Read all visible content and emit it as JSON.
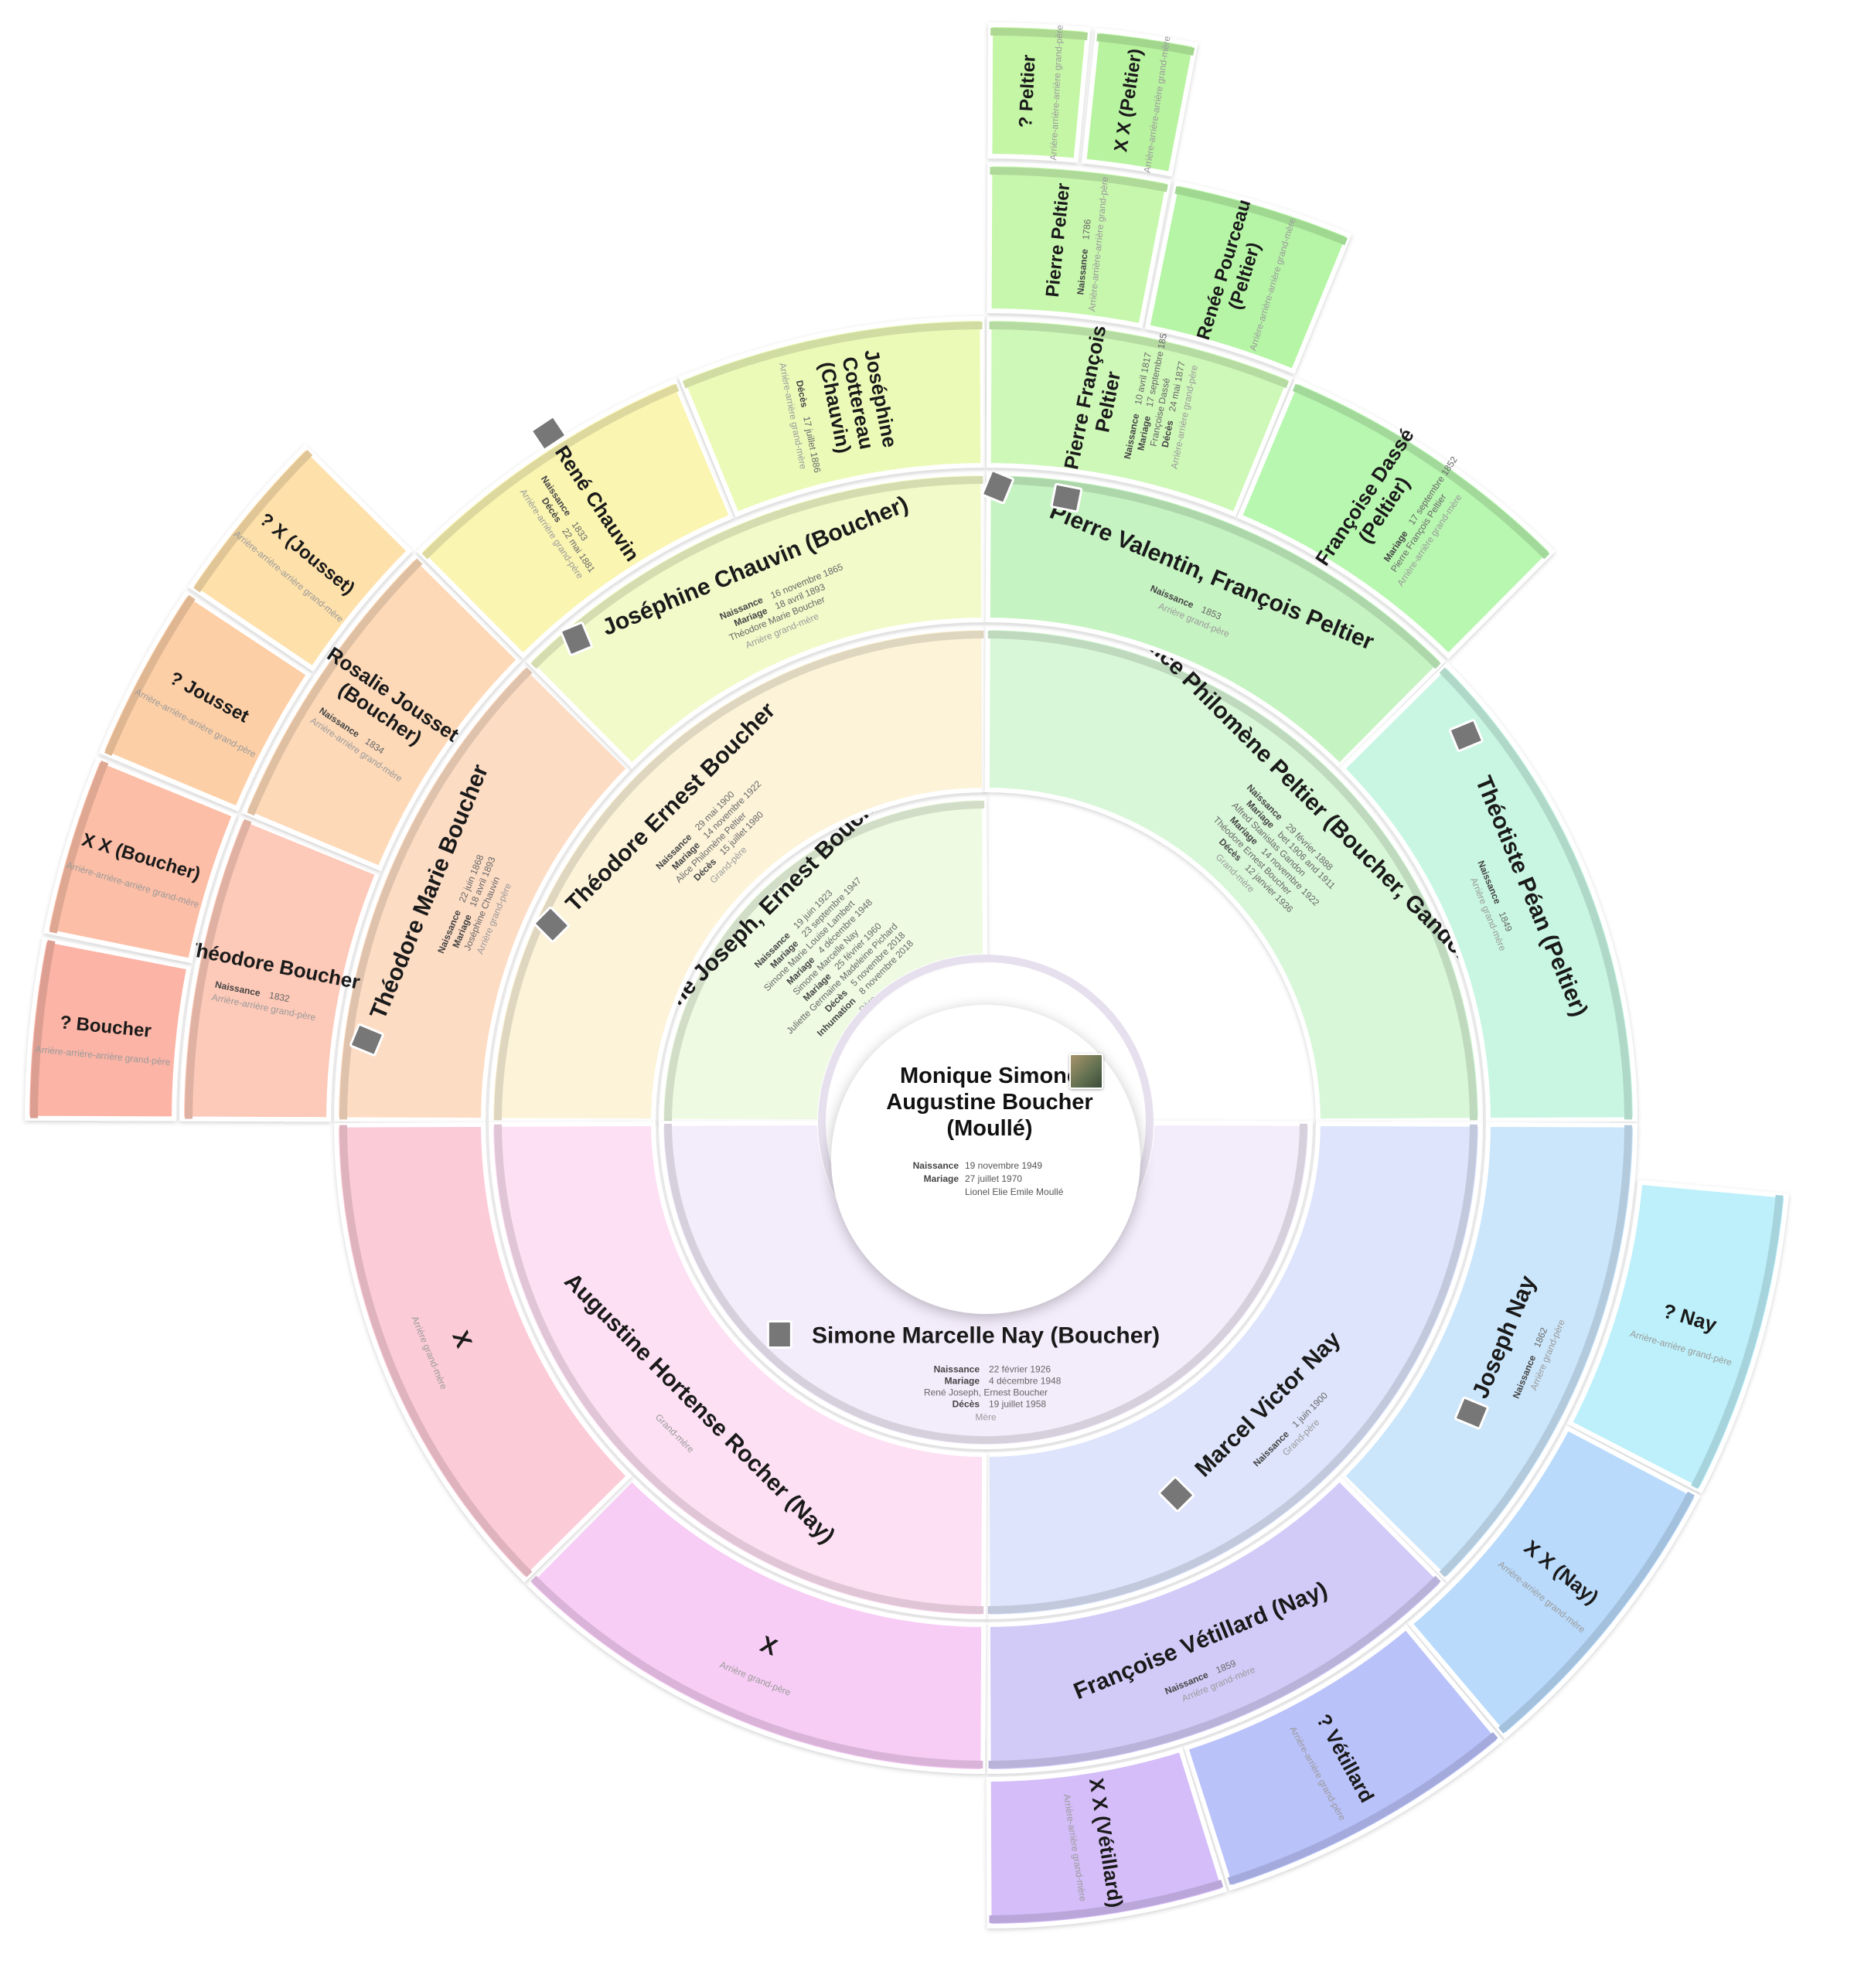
{
  "center": {
    "name": "Monique Simone Augustine Boucher (Moullé)",
    "events": [
      {
        "label": "Naissance",
        "value": "19 novembre 1949"
      },
      {
        "label": "Mariage",
        "value": "27 juillet 1970",
        "detail": "Lionel Elie Emile Moullé"
      }
    ]
  },
  "people": [
    {
      "id": "p1",
      "name": "René Joseph, Ernest Boucher",
      "role": "Père",
      "photo": "photo-icon",
      "color": "#eefbe2",
      "events": [
        [
          "Naissance",
          "19 juin 1923"
        ],
        [
          "Mariage",
          "23 septembre 1947"
        ],
        [
          "",
          "Simone Marie Louise Lambert"
        ],
        [
          "Mariage",
          "4 décembre 1948"
        ],
        [
          "",
          "Simone Marcelle Nay"
        ],
        [
          "Mariage",
          "25 février 1960"
        ],
        [
          "",
          "Juliette Germaine Madeleine Pichard"
        ],
        [
          "Décès",
          "5 novembre 2018"
        ],
        [
          "Inhumation",
          "8 novembre 2018"
        ]
      ]
    },
    {
      "id": "m1",
      "name": "Simone Marcelle Nay (Boucher)",
      "role": "Mère",
      "photo": "photo-icon",
      "color": "#f3ecfb",
      "events": [
        [
          "Naissance",
          "22 février 1926"
        ],
        [
          "Mariage",
          "4 décembre 1948"
        ],
        [
          "",
          "René Joseph, Ernest Boucher"
        ],
        [
          "Décès",
          "19 juillet 1958"
        ]
      ]
    },
    {
      "id": "gp1",
      "name": "Théodore Ernest Boucher",
      "role": "Grand-père",
      "photo": "photo-icon",
      "color": "#fdf3d9",
      "events": [
        [
          "Naissance",
          "29 mai 1900"
        ],
        [
          "Mariage",
          "14 novembre 1922"
        ],
        [
          "",
          "Alice Philomène Peltier"
        ],
        [
          "Décès",
          "15 juillet 1980"
        ]
      ]
    },
    {
      "id": "gm1",
      "name": "Alice Philomène Peltier (Boucher, Gandon)",
      "role": "Grand-mère",
      "photo": "photo-icon",
      "color": "#d8f7d8",
      "events": [
        [
          "Naissance",
          "29 février 1888"
        ],
        [
          "Mariage",
          "bet 1906 and 1911"
        ],
        [
          "",
          "Alfred Stanislas Gandon"
        ],
        [
          "Mariage",
          "14 novembre 1922"
        ],
        [
          "",
          "Théodore Ernest Boucher"
        ],
        [
          "Décès",
          "12 janvier 1936"
        ]
      ]
    },
    {
      "id": "gp2",
      "name": "Marcel Victor Nay",
      "role": "Grand-père",
      "photo": "photo-icon",
      "color": "#dde4fb",
      "events": [
        [
          "Naissance",
          "1 juin 1900"
        ]
      ]
    },
    {
      "id": "gm2",
      "name": "Augustine Hortense Rocher (Nay)",
      "role": "Grand-mère",
      "photo": "",
      "color": "#fde0f3",
      "events": []
    },
    {
      "id": "ggp1",
      "name": "Théodore Marie Boucher",
      "role": "Arrière grand-père",
      "photo": "photo-icon",
      "color": "#fddcc4",
      "events": [
        [
          "Naissance",
          "22 juin 1868"
        ],
        [
          "Mariage",
          "18 avril 1893"
        ],
        [
          "",
          "Joséphine Chauvin"
        ]
      ]
    },
    {
      "id": "ggm1",
      "name": "Joséphine Chauvin (Boucher)",
      "role": "Arrière grand-mère",
      "photo": "photo-icon",
      "color": "#f1fac8",
      "events": [
        [
          "Naissance",
          "16 novembre 1865"
        ],
        [
          "Mariage",
          "18 avril 1893"
        ],
        [
          "",
          "Théodore Marie Boucher"
        ]
      ]
    },
    {
      "id": "ggp2",
      "name": "Pierre Valentin, François Peltier",
      "role": "Arrière grand-père",
      "photo": "photo-icon",
      "color": "#c6f3c2",
      "events": [
        [
          "Naissance",
          "1853"
        ]
      ]
    },
    {
      "id": "ggm2",
      "name": "Théotiste Péan (Peltier)",
      "role": "Arrière grand-mère",
      "photo": "photo-icon",
      "color": "#c8f6e3",
      "events": [
        [
          "Naissance",
          "1849"
        ]
      ]
    },
    {
      "id": "ggp3",
      "name": "Joseph Nay",
      "role": "Arrière grand-père",
      "photo": "photo-icon",
      "color": "#cbe6fb",
      "events": [
        [
          "Naissance",
          "1862"
        ]
      ]
    },
    {
      "id": "ggm3",
      "name": "Françoise Vétillard (Nay)",
      "role": "Arrière grand-mère",
      "photo": "",
      "color": "#d2cbf8",
      "events": [
        [
          "Naissance",
          "1859"
        ]
      ]
    },
    {
      "id": "ggp4",
      "name": "X",
      "role": "Arrière grand-père",
      "photo": "",
      "color": "#f7cdf5",
      "events": []
    },
    {
      "id": "ggm4",
      "name": "X",
      "role": "Arrière grand-mère",
      "photo": "",
      "color": "#fccbd8",
      "events": []
    },
    {
      "id": "g4a",
      "name": "Théodore Boucher",
      "role": "Arrière-arrière grand-père",
      "photo": "photo-icon",
      "color": "#fdc9b8",
      "events": [
        [
          "Naissance",
          "1832"
        ]
      ]
    },
    {
      "id": "g4b",
      "name": "Rosalie Jousset (Boucher)",
      "role": "Arrière-arrière grand-mère",
      "photo": "",
      "color": "#fdd9b8",
      "events": [
        [
          "Naissance",
          "1834"
        ]
      ]
    },
    {
      "id": "g4c",
      "name": "René Chauvin",
      "role": "Arrière-arrière grand-père",
      "photo": "photo-icon",
      "color": "#fbf5b2",
      "events": [
        [
          "Naissance",
          "1833"
        ],
        [
          "Décès",
          "22 mai 1881"
        ]
      ]
    },
    {
      "id": "g4d",
      "name": "Joséphine Cottereau (Chauvin)",
      "role": "Arrière-arrière grand-mère",
      "photo": "",
      "color": "#ecfab8",
      "events": [
        [
          "Décès",
          "17 juillet 1886"
        ]
      ]
    },
    {
      "id": "g4e",
      "name": "Pierre François Peltier",
      "role": "Arrière-arrière grand-père",
      "photo": "photo-icon",
      "color": "#cef8b8",
      "events": [
        [
          "Naissance",
          "10 avril 1817"
        ],
        [
          "Mariage",
          "17 septembre 1852"
        ],
        [
          "",
          "Françoise Dassé"
        ],
        [
          "Décès",
          "24 mai 1877"
        ]
      ]
    },
    {
      "id": "g4f",
      "name": "Françoise Dassé (Peltier)",
      "role": "Arrière-arrière grand-mère",
      "photo": "",
      "color": "#b8f7b0",
      "events": [
        [
          "Mariage",
          "17 septembre 1852"
        ],
        [
          "",
          "Pierre François Peltier"
        ]
      ]
    },
    {
      "id": "g4g",
      "name": "? Nay",
      "role": "Arrière-arrière grand-père",
      "photo": "",
      "color": "#bdf0fa",
      "events": []
    },
    {
      "id": "g4h",
      "name": "X X (Nay)",
      "role": "Arrière-arrière grand-mère",
      "photo": "",
      "color": "#b9dafb",
      "events": []
    },
    {
      "id": "g4i",
      "name": "? Vétillard",
      "role": "Arrière-arrière grand-père",
      "photo": "",
      "color": "#bac2fa",
      "events": []
    },
    {
      "id": "g4j",
      "name": "X X (Vétillard)",
      "role": "Arrière-arrière grand-mère",
      "photo": "",
      "color": "#d4bdf8",
      "events": []
    },
    {
      "id": "g5a",
      "name": "? Boucher",
      "role": "Arrière-arrière-arrière grand-père",
      "photo": "",
      "color": "#fbb4a6",
      "events": []
    },
    {
      "id": "g5b",
      "name": "X X (Boucher)",
      "role": "Arrière-arrière-arrière grand-mère",
      "photo": "",
      "color": "#fcbea6",
      "events": []
    },
    {
      "id": "g5c",
      "name": "? Jousset",
      "role": "Arrière-arrière-arrière grand-père",
      "photo": "",
      "color": "#fdcfa6",
      "events": []
    },
    {
      "id": "g5d",
      "name": "? X (Jousset)",
      "role": "Arrière-arrière-arrière grand-mère",
      "photo": "",
      "color": "#fee0aa",
      "events": []
    },
    {
      "id": "g5e",
      "name": "Pierre Peltier",
      "role": "Arrière-arrière-arrière grand-père",
      "photo": "",
      "color": "#c7f7ad",
      "events": [
        [
          "Naissance",
          "1786"
        ]
      ]
    },
    {
      "id": "g5f",
      "name": "Renée Pourceau (Peltier)",
      "role": "Arrière-arrière-arrière grand-mère",
      "photo": "",
      "color": "#b6f5a6",
      "events": []
    },
    {
      "id": "g6a",
      "name": "? Peltier",
      "role": "Arrière-arrière-arrière grand-père",
      "photo": "",
      "color": "#c5f6a6",
      "events": []
    },
    {
      "id": "g6b",
      "name": "X X (Peltier)",
      "role": "Arrière-arrière-arrière grand-mère",
      "photo": "",
      "color": "#b8f3a0",
      "events": []
    }
  ]
}
